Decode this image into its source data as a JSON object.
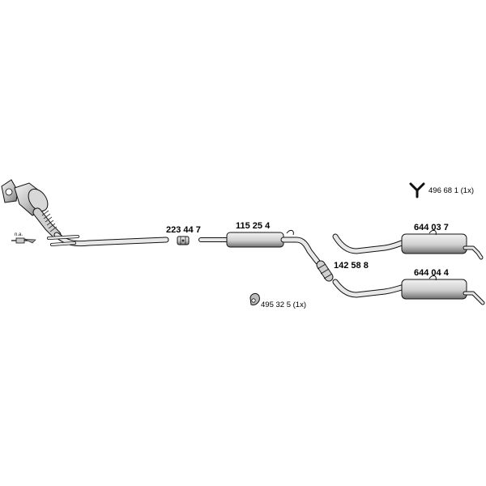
{
  "parts": [
    {
      "id": "cat",
      "label": ""
    },
    {
      "id": "part1",
      "label": "223 44 7"
    },
    {
      "id": "part2",
      "label": "115 25 4"
    },
    {
      "id": "part3",
      "label": "142 58 8"
    },
    {
      "id": "part4",
      "label": "644 03 7"
    },
    {
      "id": "part5",
      "label": "644 04 4"
    }
  ],
  "accessories": [
    {
      "label": "496 68 1 (1x)",
      "icon": "y-hanger-icon"
    },
    {
      "label": "495 32 5 (1x)",
      "icon": "rubber-mount-icon"
    }
  ],
  "sensor_note": "n.a.",
  "colors": {
    "metal_light": "#e6e6e6",
    "metal_mid": "#bdbdbd",
    "metal_dark": "#7a7a7a",
    "outline": "#111111"
  }
}
